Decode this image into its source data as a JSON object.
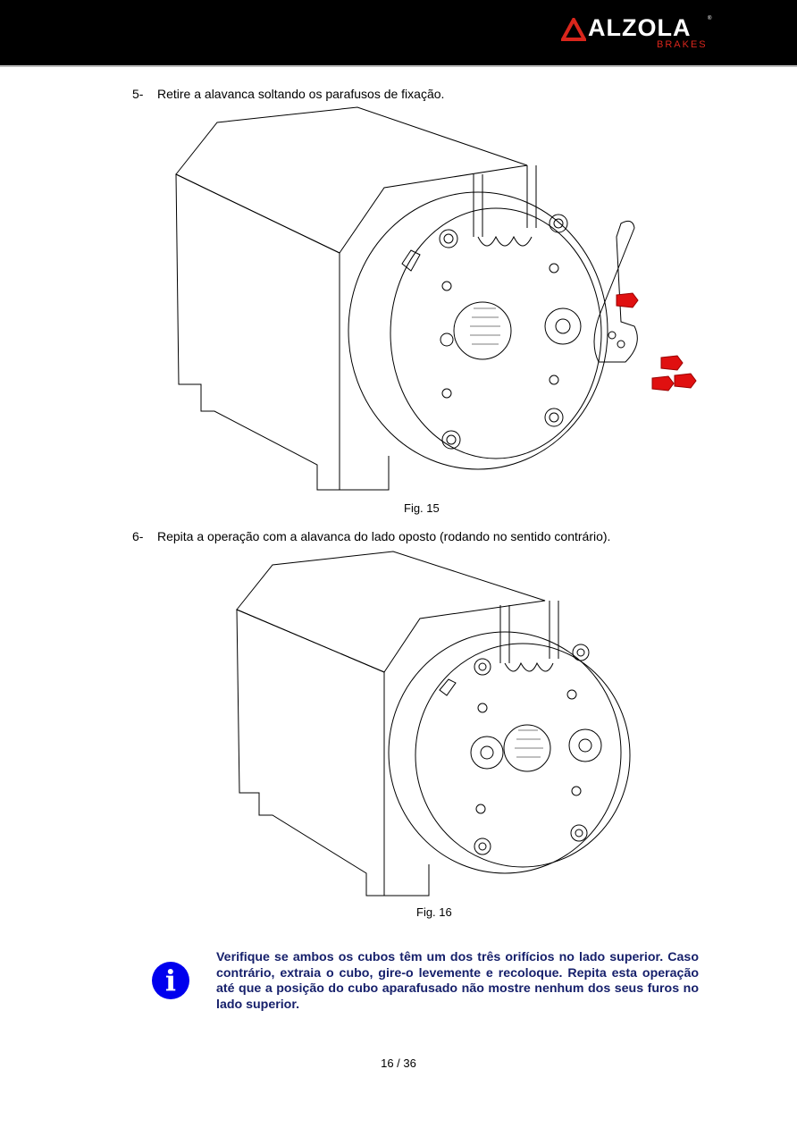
{
  "header": {
    "logo": {
      "name": "ALZOLA",
      "sub": "BRAKES",
      "mark": "®"
    },
    "colors": {
      "background": "#000000",
      "logo_accent": "#d9261c"
    }
  },
  "steps": [
    {
      "number": "5-",
      "text": "Retire a alavanca soltando os parafusos de fixação."
    },
    {
      "number": "6-",
      "text": "Repita a operação com a alavanca do lado oposto (rodando no sentido contrário)."
    }
  ],
  "figures": [
    {
      "caption": "Fig. 15"
    },
    {
      "caption": "Fig. 16"
    }
  ],
  "note": {
    "icon": "info-icon",
    "text": "Verifique se ambos os cubos têm um dos três orifícios no lado superior. Caso contrário, extraia o cubo, gire-o levemente e recoloque. Repita esta operação até que a posição do cubo aparafusado não mostre nenhum dos seus furos no lado superior.",
    "color": "#16206b"
  },
  "footer": {
    "page": "16 / 36"
  }
}
